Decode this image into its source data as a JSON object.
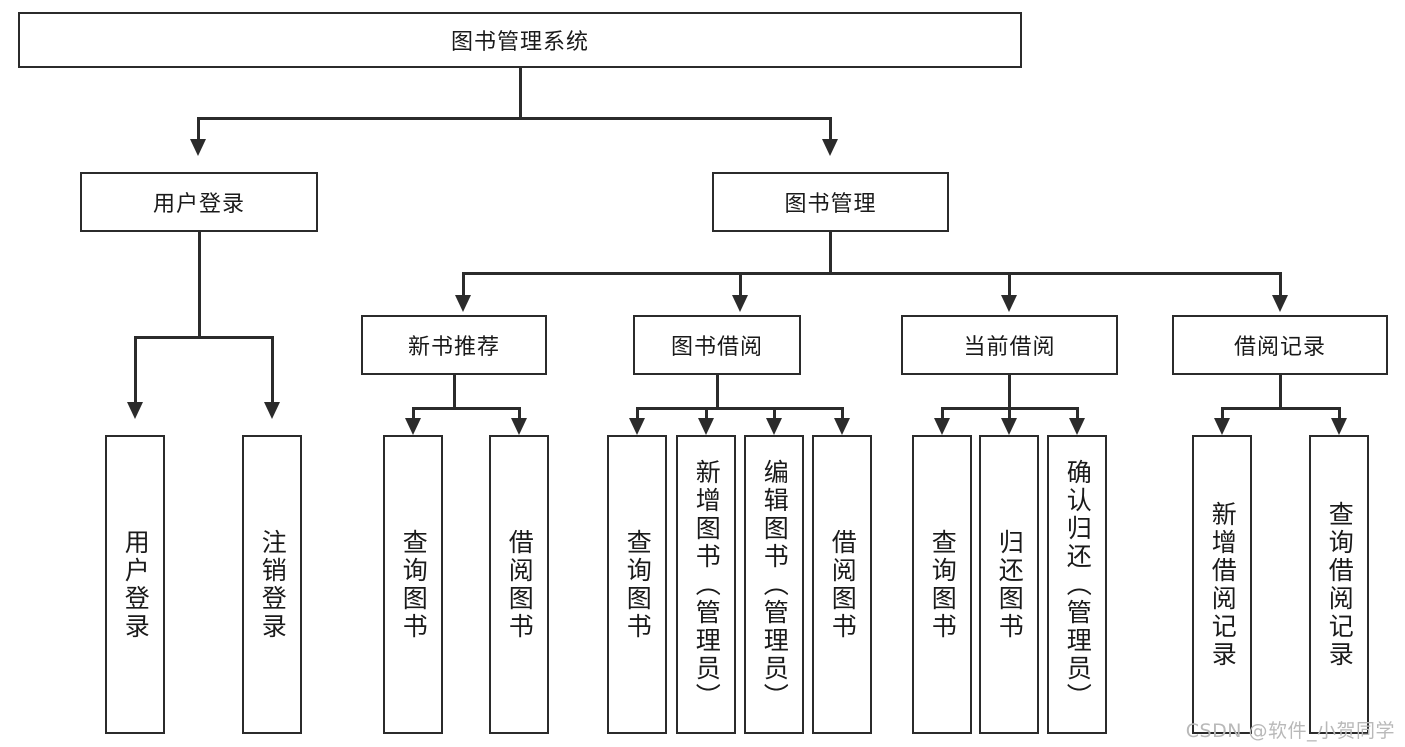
{
  "diagram": {
    "title": "图书管理系统",
    "watermark": "CSDN @软件_小贺同学",
    "style": {
      "line_color": "#2b2b2b",
      "box_fill": "#ffffff",
      "text_color": "#1a1a1a",
      "watermark_color": "#b9b9b9",
      "background": "#ffffff"
    },
    "root": {
      "label": "图书管理系统"
    },
    "level2": [
      {
        "label": "用户登录"
      },
      {
        "label": "图书管理"
      }
    ],
    "level3": [
      {
        "label": "新书推荐"
      },
      {
        "label": "图书借阅"
      },
      {
        "label": "当前借阅"
      },
      {
        "label": "借阅记录"
      }
    ],
    "leaves": {
      "user_login": [
        {
          "label": "用户登录"
        },
        {
          "label": "注销登录"
        }
      ],
      "new_book_recommend": [
        {
          "label": "查询图书"
        },
        {
          "label": "借阅图书"
        }
      ],
      "book_borrow": [
        {
          "label": "查询图书"
        },
        {
          "label": "新增图书（管理员）"
        },
        {
          "label": "编辑图书（管理员）"
        },
        {
          "label": "借阅图书"
        }
      ],
      "current_borrow": [
        {
          "label": "查询图书"
        },
        {
          "label": "归还图书"
        },
        {
          "label": "确认归还（管理员）"
        }
      ],
      "borrow_record": [
        {
          "label": "新增借阅记录"
        },
        {
          "label": "查询借阅记录"
        }
      ]
    }
  }
}
